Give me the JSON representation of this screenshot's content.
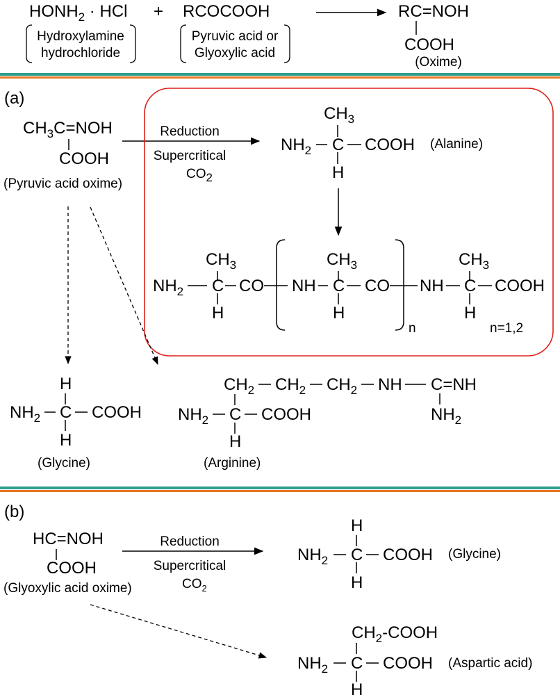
{
  "reagents": {
    "hydroxylamine_formula": "HONH2·HCl",
    "plus": "+",
    "keto_acid_formula": "RCOCOOH",
    "hydroxylamine_name": "Hydroxylamine hydrochloride",
    "keto_acid_name": "Pyruvic acid or Glyoxylic acid",
    "oxime_formula": "RC=NOH",
    "oxime_cooh": "COOH",
    "oxime_name": "(Oxime)"
  },
  "colors": {
    "divider_top": "#e87722",
    "divider_bottom": "#2e9e8e",
    "box_border": "#e0201b",
    "ink": "#000000"
  },
  "panel_a": {
    "label": "(a)",
    "oxime_line1": "CH3C=NOH",
    "oxime_line2": "COOH",
    "oxime_name": "(Pyruvic acid oxime)",
    "arrow_top": "Reduction",
    "arrow_bottom1": "Supercritical",
    "arrow_bottom2": "CO2",
    "alanine_name": "(Alanine)",
    "peptide_repeat": "n",
    "peptide_n": "n=1,2",
    "glycine_name": "(Glycine)",
    "arginine_name": "(Arginine)"
  },
  "panel_b": {
    "label": "(b)",
    "oxime_line1": "HC=NOH",
    "oxime_line2": "COOH",
    "oxime_name": "(Glyoxylic acid oxime)",
    "arrow_top": "Reduction",
    "arrow_bottom1": "Supercritical",
    "arrow_bottom2": "CO2",
    "glycine_name": "(Glycine)",
    "aspartic_name": "(Aspartic acid)"
  }
}
